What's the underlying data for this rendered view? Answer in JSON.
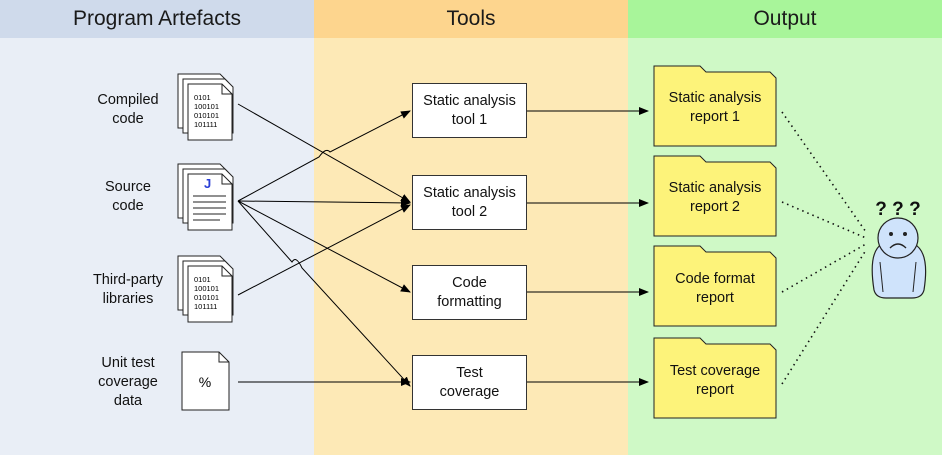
{
  "headers": {
    "artefacts": "Program Artefacts",
    "tools": "Tools",
    "output": "Output"
  },
  "artefacts": {
    "compiled": {
      "line1": "Compiled",
      "line2": "code",
      "icon_text": [
        "0101",
        "100101",
        "010101",
        "101111"
      ]
    },
    "source": {
      "line1": "Source",
      "line2": "code",
      "icon_text": "J"
    },
    "libraries": {
      "line1": "Third-party",
      "line2": "libraries",
      "icon_text": [
        "0101",
        "100101",
        "010101",
        "101111"
      ]
    },
    "coverage": {
      "line1": "Unit test",
      "line2": "coverage",
      "line3": "data",
      "icon_text": "%"
    }
  },
  "tools": {
    "static1": {
      "line1": "Static analysis",
      "line2": "tool 1"
    },
    "static2": {
      "line1": "Static analysis",
      "line2": "tool 2"
    },
    "format": {
      "line1": "Code",
      "line2": "formatting"
    },
    "coverage": {
      "line1": "Test",
      "line2": "coverage"
    }
  },
  "outputs": {
    "report1": {
      "line1": "Static analysis",
      "line2": "report 1"
    },
    "report2": {
      "line1": "Static analysis",
      "line2": "report 2"
    },
    "format_report": {
      "line1": "Code format",
      "line2": "report"
    },
    "coverage_report": {
      "line1": "Test coverage",
      "line2": "report"
    }
  },
  "person": {
    "thought": "? ? ?"
  },
  "colors": {
    "artefacts_bg": "#e9eef6",
    "tools_bg": "#fde9b6",
    "output_bg": "#cff9c6",
    "folder_fill": "#fdf37a",
    "person_fill": "#cfe3fb"
  }
}
